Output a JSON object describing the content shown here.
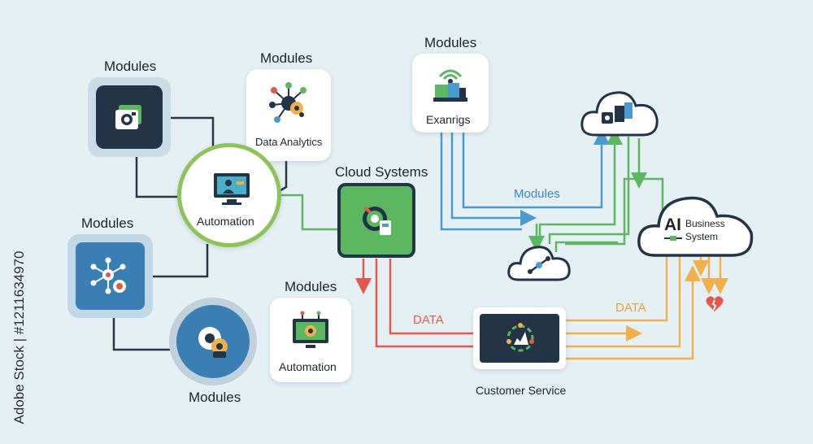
{
  "labels": {
    "modules_top_left": "Modules",
    "modules_top_center": "Modules",
    "modules_top_right": "Modules",
    "modules_mid_left": "Modules",
    "modules_bottom_center": "Modules",
    "modules_bottom_left": "Modules",
    "modules_flow": "Modules",
    "data_analytics": "Data Analytics",
    "automation_circle": "Automation",
    "automation_card": "Automation",
    "cloud_systems": "Cloud Systems",
    "examples": "Exanrigs",
    "ai_mark": "AI",
    "business": "Business",
    "system": "System",
    "data_left": "DATA",
    "data_right": "DATA",
    "customer_service": "Customer Service"
  },
  "watermark": "Adobe Stock | #1211634970",
  "colors": {
    "background": "#e4f0f4",
    "navy": "#233447",
    "green": "#5cb860",
    "blue": "#4a9ad0",
    "red": "#e2584c",
    "orange": "#f2b04c",
    "dark_line": "#2b3645"
  },
  "icons": [
    "camera-icon",
    "network-icon",
    "monitor-user-icon",
    "gear-icon",
    "hub-icon",
    "dashboard-icon",
    "cloud-icon",
    "brain-icon",
    "chart-icon",
    "broken-heart-icon"
  ]
}
